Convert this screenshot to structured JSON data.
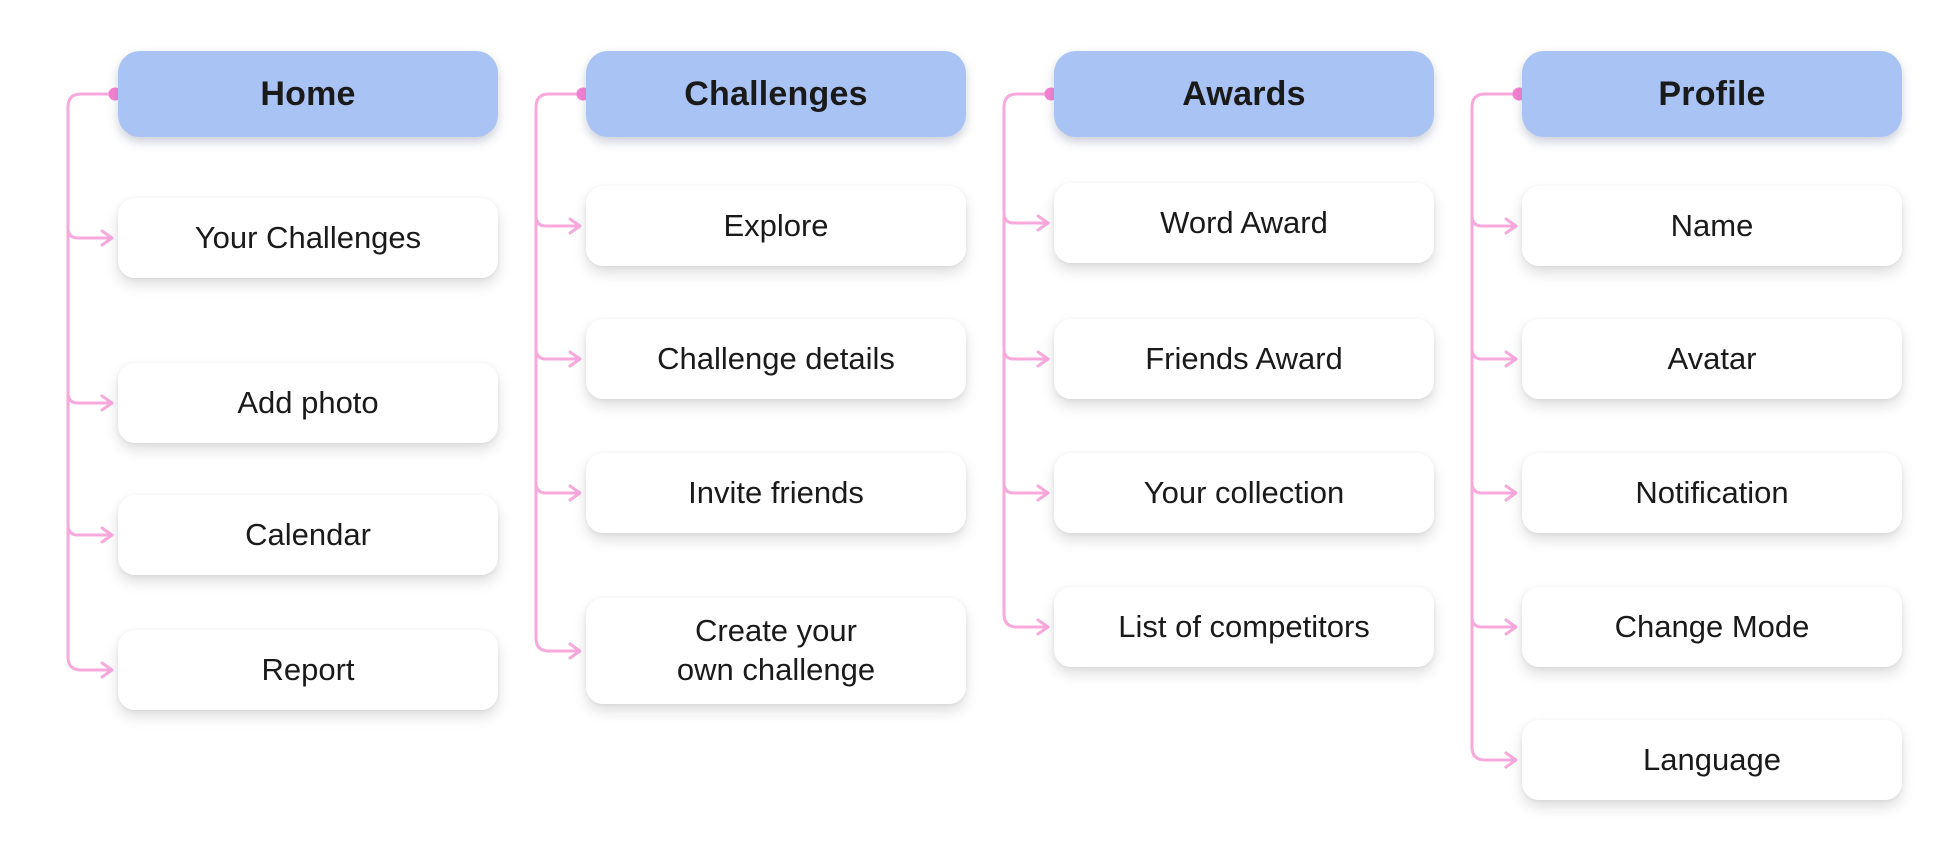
{
  "diagram": {
    "type": "sitemap",
    "columns": [
      {
        "title": "Home",
        "children": [
          "Your Challenges",
          "Add photo",
          "Calendar",
          "Report"
        ]
      },
      {
        "title": "Challenges",
        "children": [
          "Explore",
          "Challenge details",
          "Invite friends",
          "Create your\nown challenge"
        ]
      },
      {
        "title": "Awards",
        "children": [
          "Word Award",
          "Friends Award",
          "Your collection",
          "List of competitors"
        ]
      },
      {
        "title": "Profile",
        "children": [
          "Name",
          "Avatar",
          "Notification",
          "Change Mode",
          "Language"
        ]
      }
    ],
    "colors": {
      "background": "#ffffff",
      "header_fill": "#a9c3f5",
      "card_fill": "#ffffff",
      "text": "#1a1a1a",
      "connector": "#f8a9dc",
      "connector_dot": "#f77fd2"
    }
  }
}
